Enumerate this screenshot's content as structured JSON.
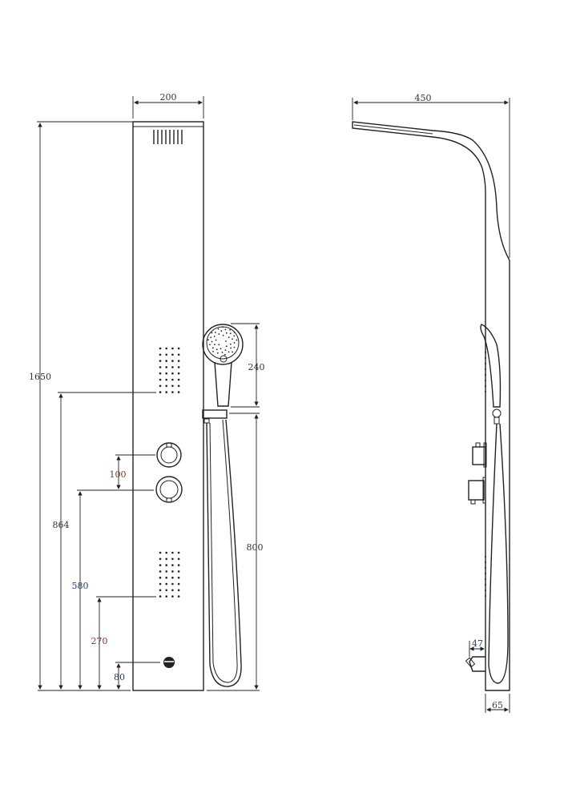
{
  "dimensions": {
    "front_width": "200",
    "total_height": "1650",
    "upper_jets_height": "864",
    "lower_valve_height": "580",
    "lower_jets_height": "270",
    "valve_spacing": "100",
    "diverter_height": "80",
    "hand_shower_length": "240",
    "bracket_height": "800",
    "side_depth": "450",
    "spout_projection": "47",
    "panel_depth": "65"
  },
  "colors": {
    "line": "#222222",
    "label_red": "#7a3a2a",
    "label_blue": "#2b3f66"
  }
}
